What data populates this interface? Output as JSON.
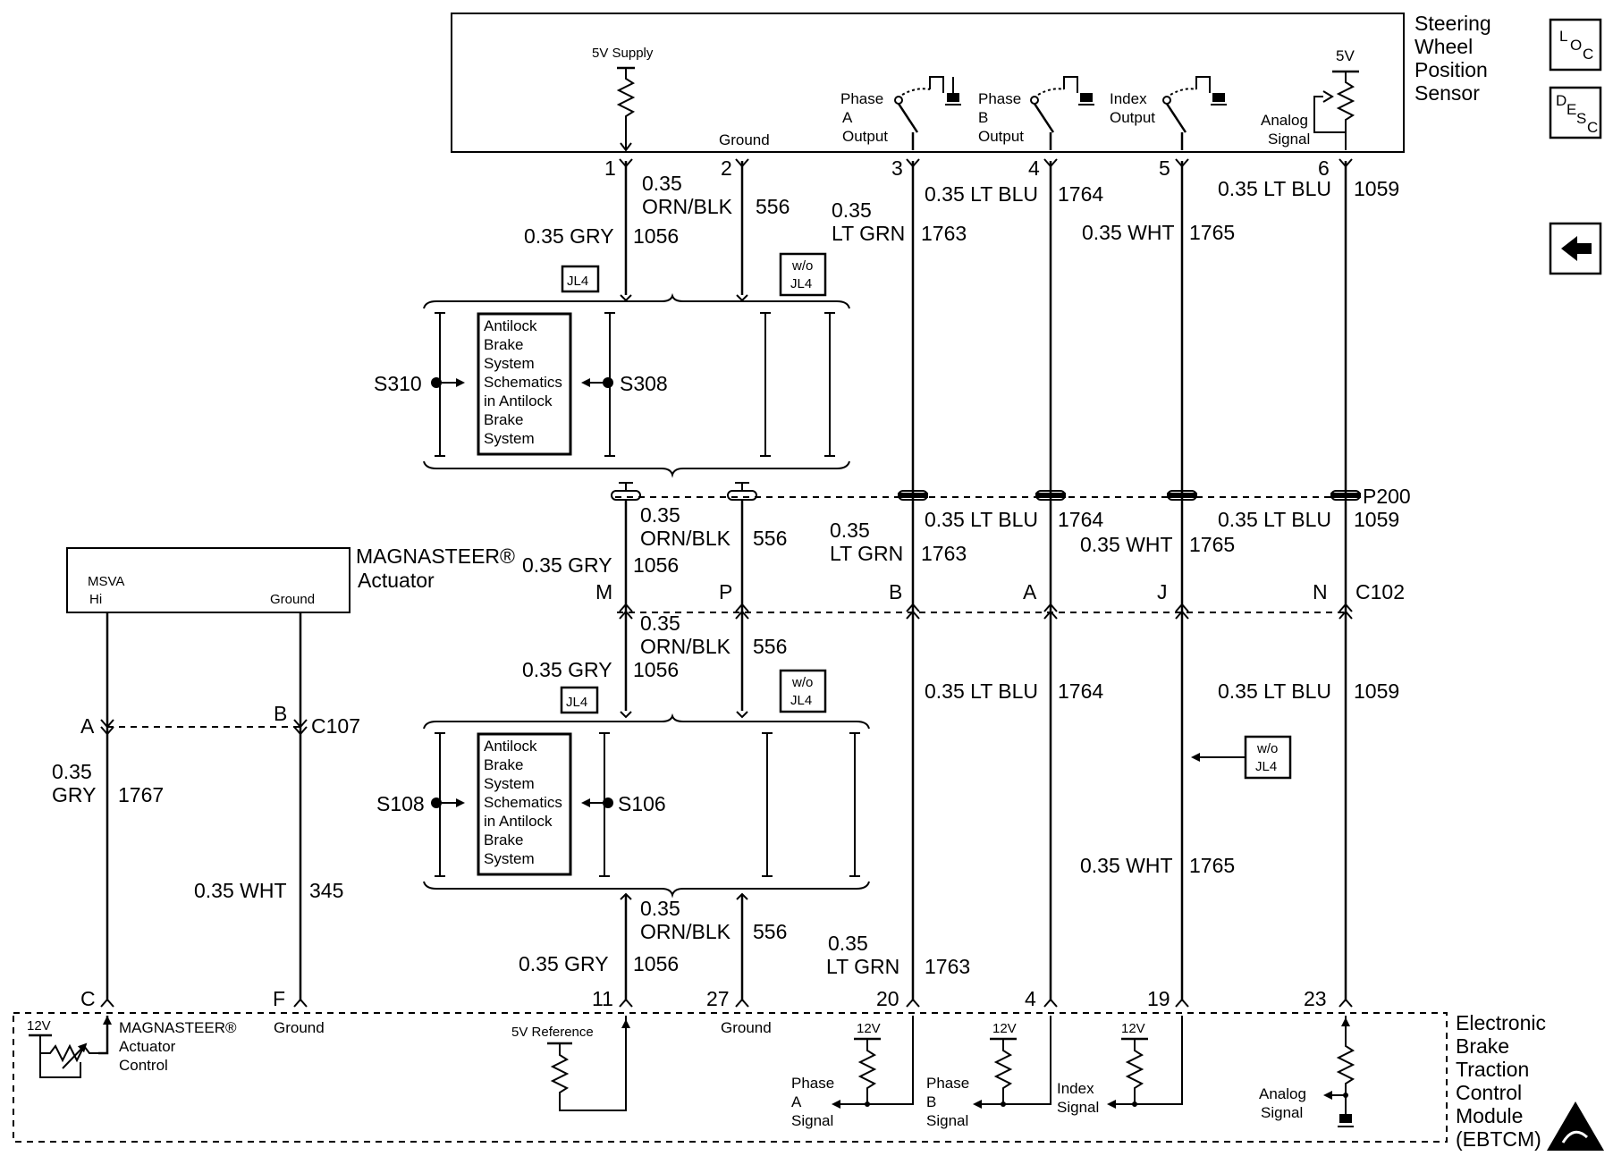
{
  "sensor": {
    "title": [
      "Steering",
      "Wheel",
      "Position",
      "Sensor"
    ],
    "supply": "5V Supply",
    "ground": "Ground",
    "phase_a": [
      "Phase",
      "A",
      "Output"
    ],
    "phase_b": [
      "Phase",
      "B",
      "Output"
    ],
    "index": [
      "Index",
      "Output"
    ],
    "analog": [
      "Analog",
      "Signal"
    ],
    "five_v": "5V",
    "pins": [
      "1",
      "2",
      "3",
      "4",
      "5",
      "6"
    ]
  },
  "wires_top": {
    "w1_gauge": "0.35 GRY",
    "w1_circuit": "1056",
    "w2_gauge": [
      "0.35",
      "ORN/BLK"
    ],
    "w2_circuit": "556",
    "w3_gauge": [
      "0.35",
      "LT GRN"
    ],
    "w3_circuit": "1763",
    "w4_gauge": "0.35 LT BLU",
    "w4_circuit": "1764",
    "w5_gauge": "0.35 WHT",
    "w5_circuit": "1765",
    "w6_gauge": "0.35 LT BLU",
    "w6_circuit": "1059"
  },
  "options": {
    "jl4": "JL4",
    "wo_jl4": [
      "w/o",
      "JL4"
    ]
  },
  "splice_upper": {
    "left": "S310",
    "right": "S308"
  },
  "splice_lower": {
    "left": "S108",
    "right": "S106"
  },
  "abs_note": [
    "Antilock",
    "Brake",
    "System",
    "Schematics",
    "in Antilock",
    "Brake",
    "System"
  ],
  "p200": "P200",
  "wires_mid": {
    "w2_gauge": [
      "0.35",
      "ORN/BLK"
    ],
    "w2_circuit": "556",
    "w1_gauge": "0.35 GRY",
    "w1_circuit": "1056",
    "w3_gauge": [
      "0.35",
      "LT GRN"
    ],
    "w3_circuit": "1763",
    "w4_gauge": "0.35 LT BLU",
    "w4_circuit": "1764",
    "w5_gauge": "0.35 WHT",
    "w5_circuit": "1765",
    "w6_gauge": "0.35 LT BLU",
    "w6_circuit": "1059"
  },
  "c102": {
    "name": "C102",
    "pins": [
      "M",
      "P",
      "B",
      "A",
      "J",
      "N"
    ]
  },
  "wires_c102": {
    "w2_gauge": [
      "0.35",
      "ORN/BLK"
    ],
    "w2_circuit": "556",
    "w1_gauge": "0.35 GRY",
    "w1_circuit": "1056",
    "w4_gauge": "0.35 LT BLU",
    "w4_circuit": "1764",
    "w6_gauge": "0.35 LT BLU",
    "w6_circuit": "1059",
    "w5_gauge": "0.35 WHT",
    "w5_circuit": "1765"
  },
  "actuator": {
    "title": [
      "MAGNASTEER®",
      "Actuator"
    ],
    "msva": [
      "MSVA",
      "Hi"
    ],
    "ground": "Ground"
  },
  "c107": {
    "name": "C107",
    "pins": [
      "A",
      "B"
    ]
  },
  "wires_c107": {
    "a_gauge": [
      "0.35",
      "GRY"
    ],
    "a_circuit": "1767",
    "b_gauge": "0.35 WHT",
    "b_circuit": "345"
  },
  "wires_bottom": {
    "w2_gauge": [
      "0.35",
      "ORN/BLK"
    ],
    "w2_circuit": "556",
    "w1_gauge": "0.35 GRY",
    "w1_circuit": "1056",
    "w3_gauge": [
      "0.35",
      "LT GRN"
    ],
    "w3_circuit": "1763"
  },
  "module": {
    "title": [
      "Electronic",
      "Brake",
      "Traction",
      "Control",
      "Module",
      "(EBTCM)"
    ],
    "pins": [
      "C",
      "F",
      "11",
      "27",
      "20",
      "4",
      "19",
      "23"
    ],
    "v12": "12V",
    "actuator_control": [
      "MAGNASTEER®",
      "Actuator",
      "Control"
    ],
    "ground": "Ground",
    "ref": "5V Reference",
    "ground2": "Ground",
    "phase_a": [
      "Phase",
      "A",
      "Signal"
    ],
    "phase_b": [
      "Phase",
      "B",
      "Signal"
    ],
    "index": [
      "Index",
      "Signal"
    ],
    "analog": [
      "Analog",
      "Signal"
    ]
  },
  "nav": {
    "loc": "LOC",
    "desc": "DESC",
    "back": "←"
  }
}
